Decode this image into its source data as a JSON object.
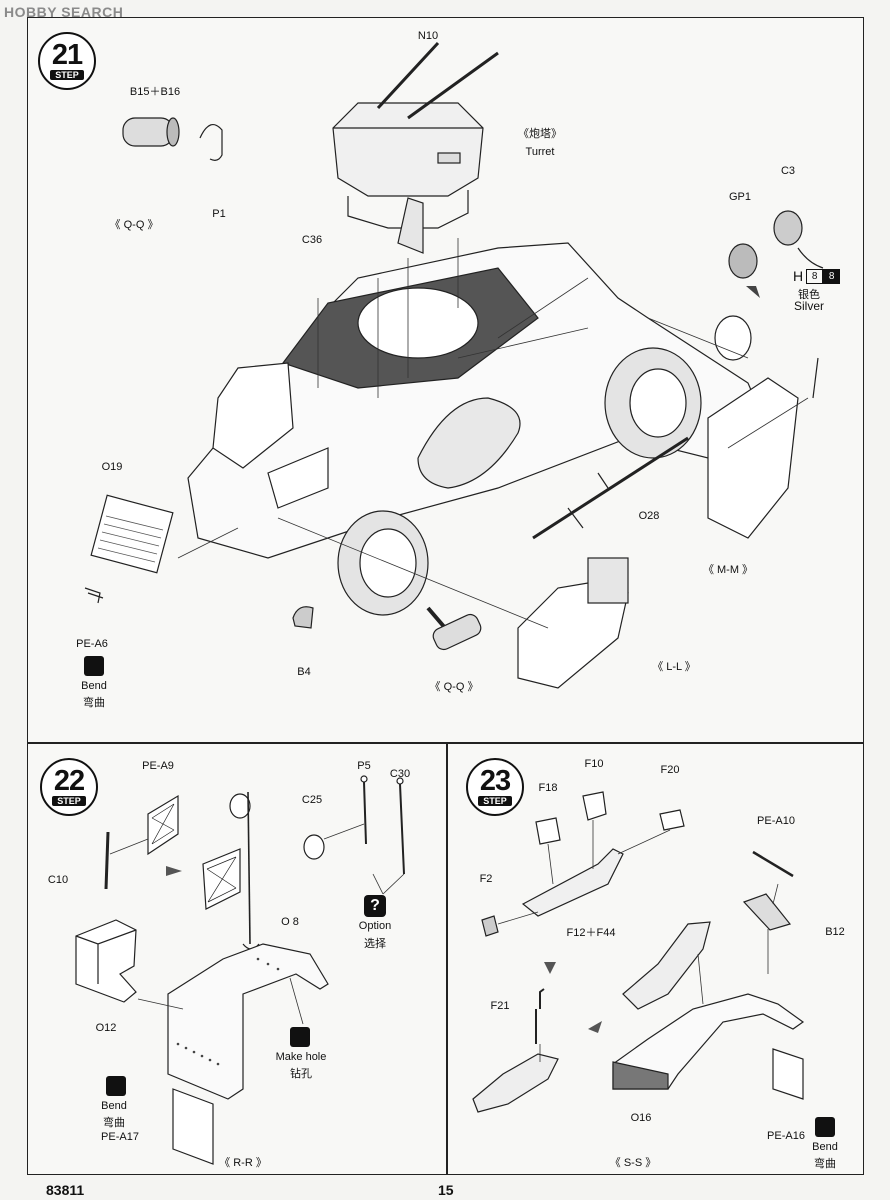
{
  "watermark": "HOBBY SEARCH",
  "steps": {
    "s21": {
      "number": "21",
      "step_label": "STEP",
      "labels": {
        "n10": "N10",
        "b15": "B15＋B16",
        "qq1": "《 Q-Q 》",
        "p1": "P1",
        "turret_cn": "《炮塔》",
        "turret_en": "Turret",
        "c36": "C36",
        "gp1": "GP1",
        "c3": "C3",
        "h": "H",
        "h1": "8",
        "h2": "8",
        "silver_cn": "银色",
        "silver_en": "Silver",
        "o19": "O19",
        "o28": "O28",
        "mm": "《 M-M 》",
        "pea6": "PE-A6",
        "bend_en": "Bend",
        "bend_cn": "弯曲",
        "b4": "B4",
        "qq2": "《 Q-Q 》",
        "ll": "《 L-L 》"
      }
    },
    "s22": {
      "number": "22",
      "step_label": "STEP",
      "labels": {
        "pea9": "PE-A9",
        "p5": "P5",
        "c30": "C30",
        "c25": "C25",
        "c10": "C10",
        "option_en": "Option",
        "option_cn": "选择",
        "o8": "O 8",
        "o12": "O12",
        "hole_en": "Make hole",
        "hole_cn": "钻孔",
        "bend_en": "Bend",
        "bend_cn": "弯曲",
        "pea17": "PE-A17",
        "rr": "《 R-R 》"
      }
    },
    "s23": {
      "number": "23",
      "step_label": "STEP",
      "labels": {
        "f10": "F10",
        "f18": "F18",
        "f20": "F20",
        "pea10": "PE-A10",
        "f2": "F2",
        "f12": "F12＋F44",
        "b12": "B12",
        "f21": "F21",
        "o16": "O16",
        "pea16": "PE-A16",
        "bend_en": "Bend",
        "bend_cn": "弯曲",
        "ss": "《 S-S 》"
      }
    }
  },
  "footer": {
    "code": "83811",
    "page": "15"
  }
}
